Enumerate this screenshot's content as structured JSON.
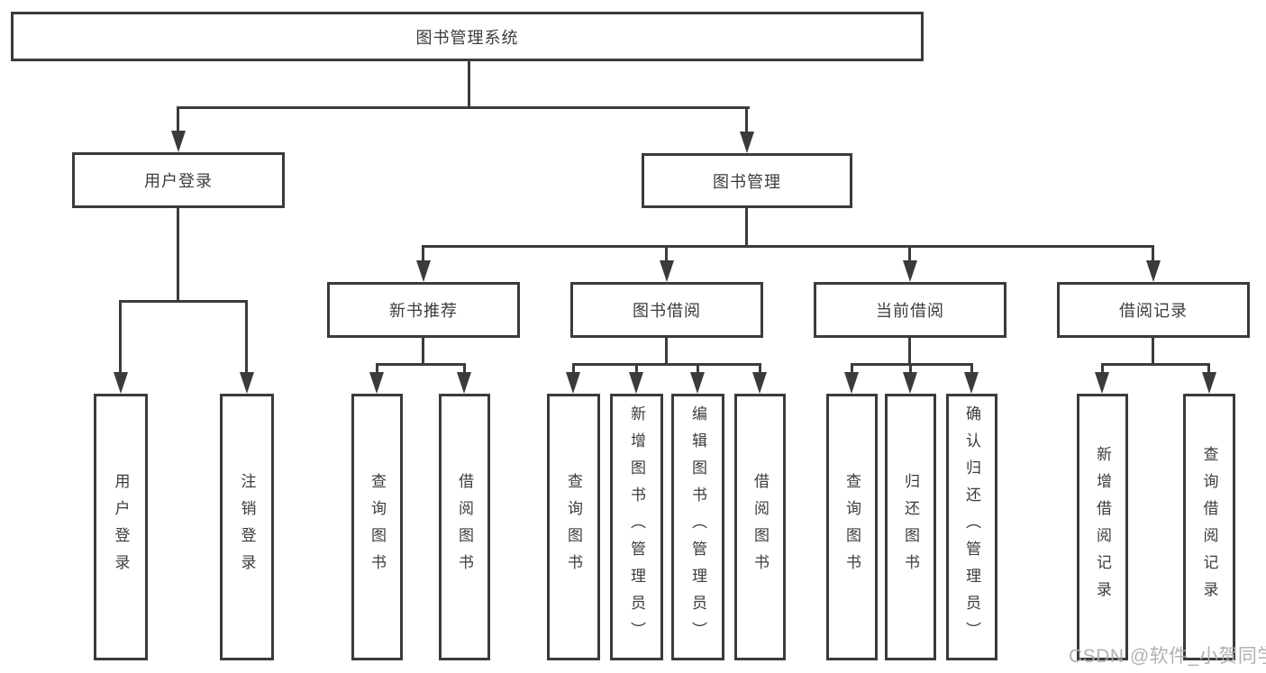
{
  "diagram": {
    "root": {
      "label": "图书管理系统"
    },
    "branches": [
      {
        "label": "用户登录",
        "children": [
          {
            "label": "用户登录"
          },
          {
            "label": "注销登录"
          }
        ]
      },
      {
        "label": "图书管理",
        "children": [
          {
            "label": "新书推荐",
            "children": [
              {
                "label": "查询图书"
              },
              {
                "label": "借阅图书"
              }
            ]
          },
          {
            "label": "图书借阅",
            "children": [
              {
                "label": "查询图书"
              },
              {
                "label": "新增图书（管理员）"
              },
              {
                "label": "编辑图书（管理员）"
              },
              {
                "label": "借阅图书"
              }
            ]
          },
          {
            "label": "当前借阅",
            "children": [
              {
                "label": "查询图书"
              },
              {
                "label": "归还图书"
              },
              {
                "label": "确认归还（管理员）"
              }
            ]
          },
          {
            "label": "借阅记录",
            "children": [
              {
                "label": "新增借阅记录"
              },
              {
                "label": "查询借阅记录"
              }
            ]
          }
        ]
      }
    ]
  },
  "watermark": {
    "text": "CSDN @软件_小贺同学"
  },
  "colors": {
    "line": "#3b3b3b",
    "text": "#3c3c3c",
    "watermark": "#ababab",
    "background": "#ffffff"
  }
}
